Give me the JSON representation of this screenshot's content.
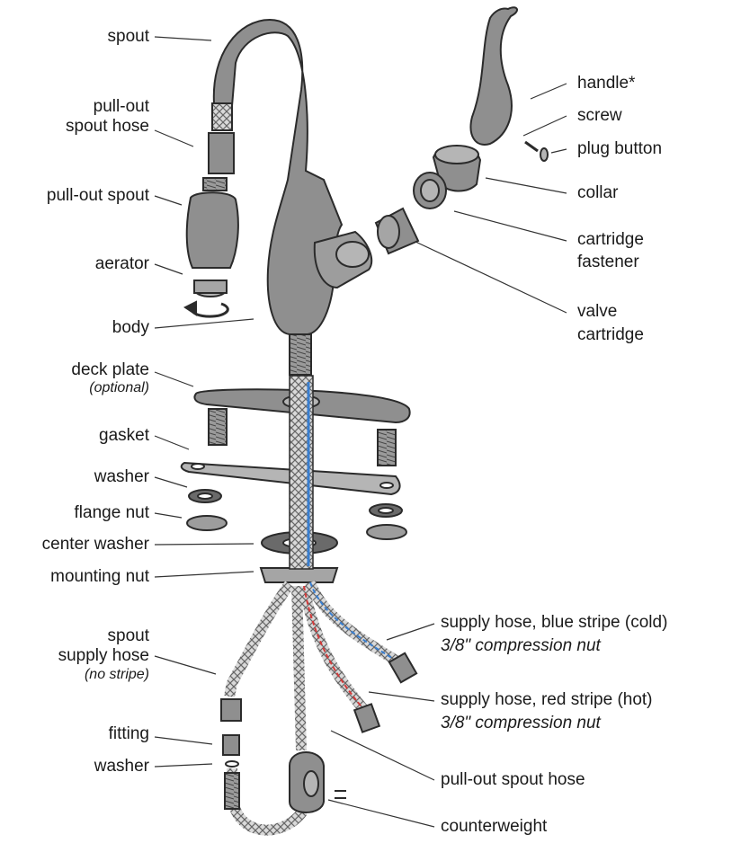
{
  "labels": {
    "spout": "spout",
    "pullout_hose_line1": "pull-out",
    "pullout_hose_line2": "spout hose",
    "pullout_spout": "pull-out spout",
    "aerator": "aerator",
    "body": "body",
    "deck_plate": "deck plate",
    "deck_plate_note": "(optional)",
    "gasket": "gasket",
    "washer_top": "washer",
    "flange_nut": "flange nut",
    "center_washer": "center washer",
    "mounting_nut": "mounting nut",
    "spout_supply_line1": "spout",
    "spout_supply_line2": "supply hose",
    "spout_supply_note": "(no stripe)",
    "fitting": "fitting",
    "washer_bottom": "washer",
    "handle": "handle*",
    "screw": "screw",
    "plug_button": "plug button",
    "collar": "collar",
    "cartridge_fastener_line1": "cartridge",
    "cartridge_fastener_line2": "fastener",
    "valve_cartridge_line1": "valve",
    "valve_cartridge_line2": "cartridge",
    "blue_hose": "supply hose, blue stripe (cold)",
    "blue_hose_nut": "3/8\" compression nut",
    "red_hose": "supply hose, red stripe (hot)",
    "red_hose_nut": "3/8\" compression nut",
    "pullout_spout_hose_bottom": "pull-out spout hose",
    "counterweight": "counterweight"
  },
  "colors": {
    "part_fill": "#8f8f8f",
    "part_light": "#b5b5b5",
    "part_dark": "#6a6a6a",
    "outline": "#2b2b2b",
    "cold_stripe": "#3a7fd0",
    "hot_stripe": "#d33a3a",
    "leader": "#333333"
  }
}
